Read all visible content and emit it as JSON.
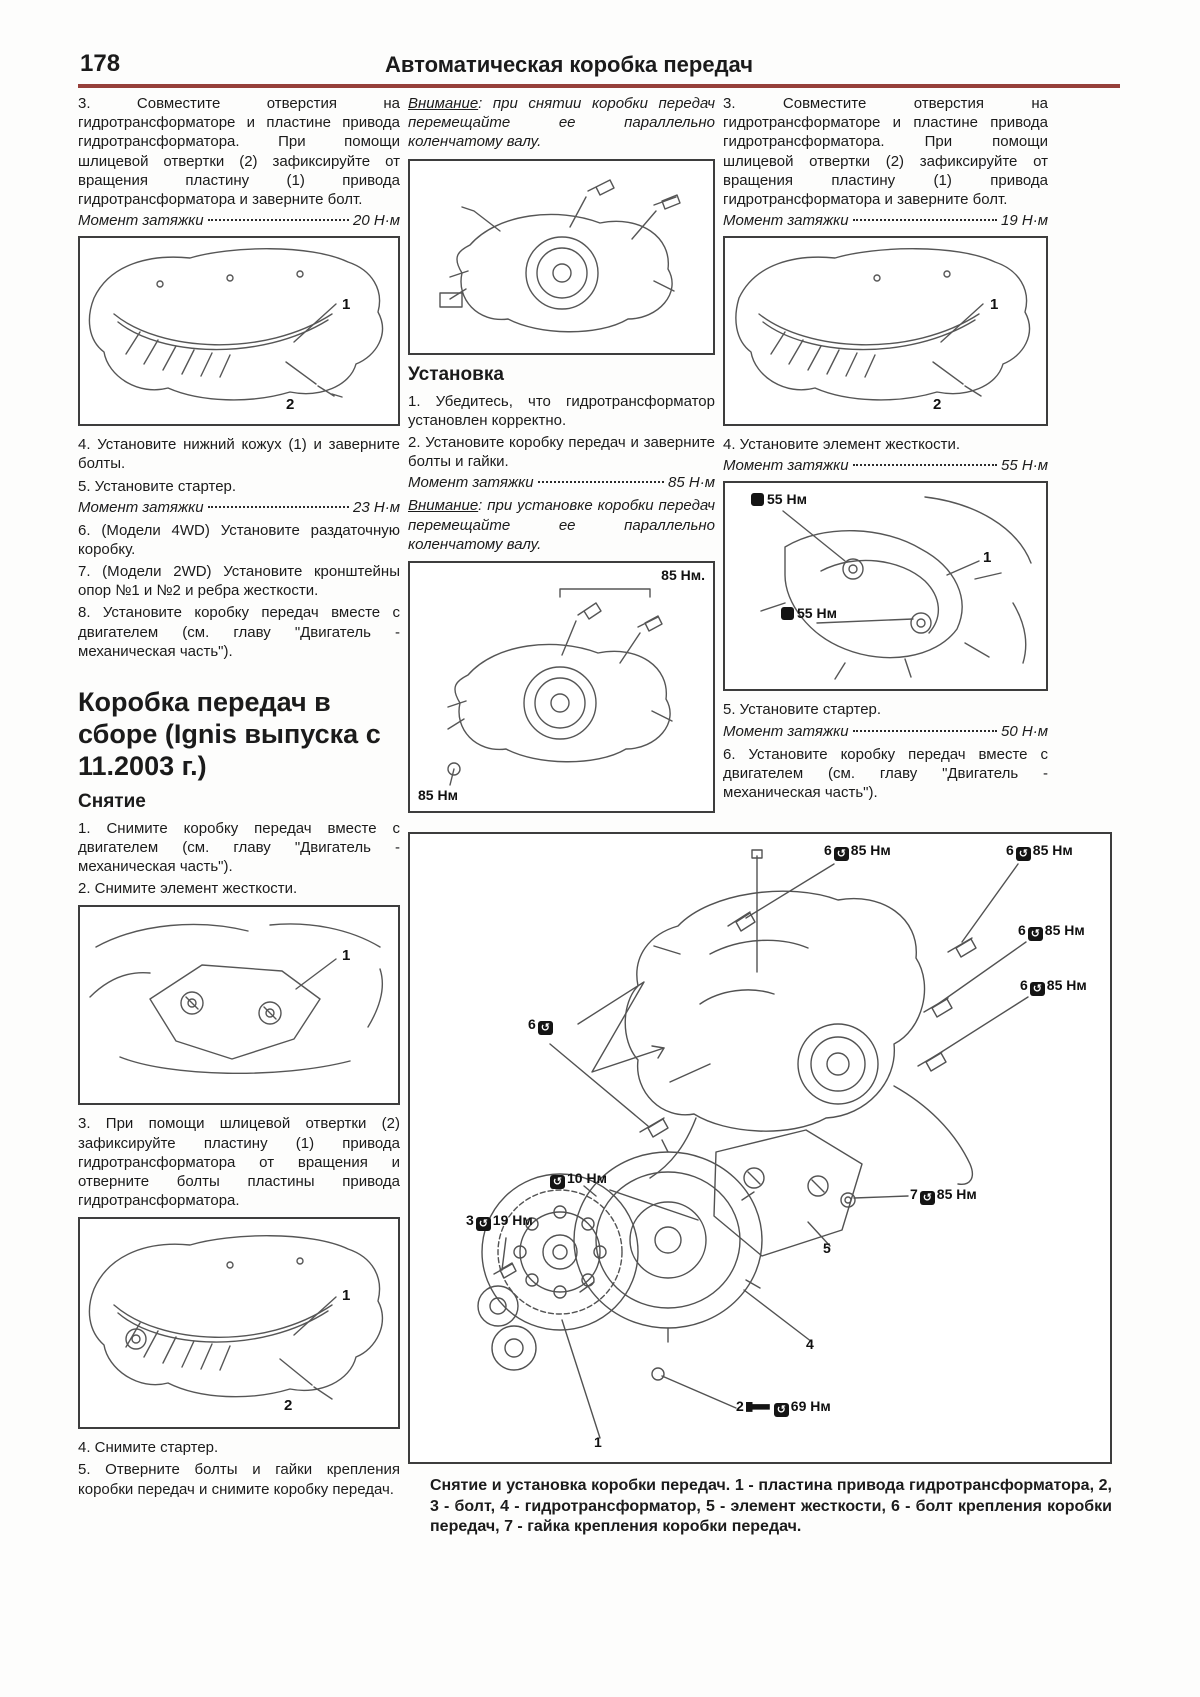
{
  "colors": {
    "header_rule": "#96403a",
    "text": "#1b1b1b",
    "paper": "#fdfdfc"
  },
  "header": {
    "page_number": "178",
    "title": "Автоматическая коробка передач"
  },
  "col1": {
    "p3": "3. Совместите отверстия на гидротрансформаторе и пластине привода гидротрансформатора. При помощи шлицевой отвертки (2) зафиксируйте от вращения пластину (1) привода гидротрансформатора и заверните болт.",
    "t20": {
      "label": "Момент затяжки",
      "value": "20 Н·м"
    },
    "fig1": {
      "c1": "1",
      "c2": "2"
    },
    "p4": "4. Установите нижний кожух (1) и заверните болты.",
    "p5": "5. Установите стартер.",
    "t23": {
      "label": "Момент затяжки",
      "value": "23 Н·м"
    },
    "p6": "6. (Модели 4WD) Установите раздаточную коробку.",
    "p7": "7. (Модели 2WD) Установите кронштейны опор №1 и №2 и ребра жесткости.",
    "p8": "8. Установите коробку передач вместе с двигателем (см. главу \"Двигатель - механическая часть\").",
    "section_title": "Коробка передач в сборе (Ignis выпуска с 11.2003 г.)",
    "removal_heading": "Снятие",
    "r1": "1. Снимите коробку передач вместе с двигателем (см. главу \"Двигатель - механическая часть\").",
    "r2": "2. Снимите элемент жесткости.",
    "fig2": {
      "c1": "1"
    },
    "r3": "3. При помощи шлицевой отвертки (2) зафиксируйте пластину (1) привода гидротрансформатора от вращения и отверните болты пластины привода гидротрансформатора.",
    "fig3": {
      "c1": "1",
      "c2": "2"
    },
    "r4": "4. Снимите стартер.",
    "r5": "5. Отверните болты и гайки крепления коробки передач и снимите коробку передач."
  },
  "col2": {
    "warn1_label": "Внимание",
    "warn1_text": ": при снятии коробки передач перемещайте ее параллельно коленчатому валу.",
    "install_heading": "Установка",
    "i1": "1. Убедитесь, что гидротрансформатор установлен корректно.",
    "i2": "2. Установите коробку передач и заверните болты и гайки.",
    "t85": {
      "label": "Момент затяжки",
      "value": "85 Н·м"
    },
    "warn2_label": "Внимание",
    "warn2_text": ": при установке коробки передач перемещайте ее параллельно коленчатому валу.",
    "fig2": {
      "label_top": "85 Нм.",
      "label_bottom": "85 Нм"
    }
  },
  "col3": {
    "p3": "3. Совместите отверстия на гидротрансформаторе и пластине привода гидротрансформатора. При помощи шлицевой отвертки (2) зафиксируйте от вращения пластину (1) привода гидротрансформатора и заверните болт.",
    "t19": {
      "label": "Момент затяжки",
      "value": "19 Н·м"
    },
    "fig1": {
      "c1": "1",
      "c2": "2"
    },
    "p4": "4. Установите элемент жесткости.",
    "t55": {
      "label": "Момент затяжки",
      "value": "55 Н·м"
    },
    "fig2": {
      "t1": "55 Нм",
      "t2": "55 Нм",
      "c1": "1"
    },
    "p5": "5. Установите стартер.",
    "t50": {
      "label": "Момент затяжки",
      "value": "50 Н·м"
    },
    "p6": "6. Установите коробку передач вместе с двигателем (см. главу \"Двигатель - механическая часть\")."
  },
  "diagram": {
    "labels": [
      {
        "num": "6",
        "torque": "85 Нм"
      },
      {
        "num": "6",
        "torque": "85 Нм"
      },
      {
        "num": "6",
        "torque": "85 Нм"
      },
      {
        "num": "6",
        "torque": "85 Нм"
      },
      {
        "num": "6",
        "torque": ""
      },
      {
        "num": "",
        "torque": "10 Нм"
      },
      {
        "num": "3",
        "torque": "19 Нм"
      },
      {
        "num": "7",
        "torque": "85 Нм"
      },
      {
        "num": "5"
      },
      {
        "num": "4"
      },
      {
        "num": "2",
        "torque": "69 Нм"
      },
      {
        "num": "1"
      }
    ],
    "caption": "Снятие и установка коробки передач. 1 - пластина привода гидротрансформатора, 2, 3 - болт, 4 - гидротрансформатор, 5 - элемент жесткости, 6 - болт крепления коробки передач, 7 - гайка крепления коробки передач."
  }
}
